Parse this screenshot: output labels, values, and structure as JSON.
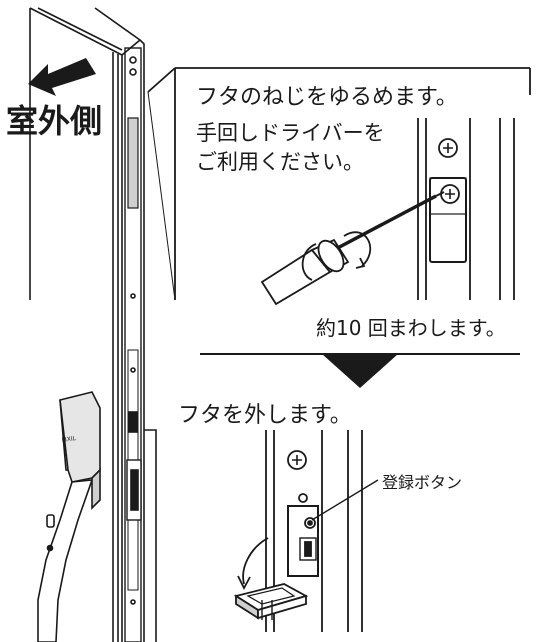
{
  "side_label": "室外側",
  "step1": {
    "instruction": "フタのねじをゆるめます。",
    "tool_note_line1": "手回しドライバーを",
    "tool_note_line2": "ご利用ください。",
    "turns_note": "約10 回まわします。"
  },
  "step2": {
    "instruction": "フタを外します。",
    "callout": "登録ボタン"
  },
  "handle_logo": "LIXIL",
  "colors": {
    "ink": "#1a1a1a",
    "paper": "#ffffff",
    "shade": "#cfcfcf"
  }
}
